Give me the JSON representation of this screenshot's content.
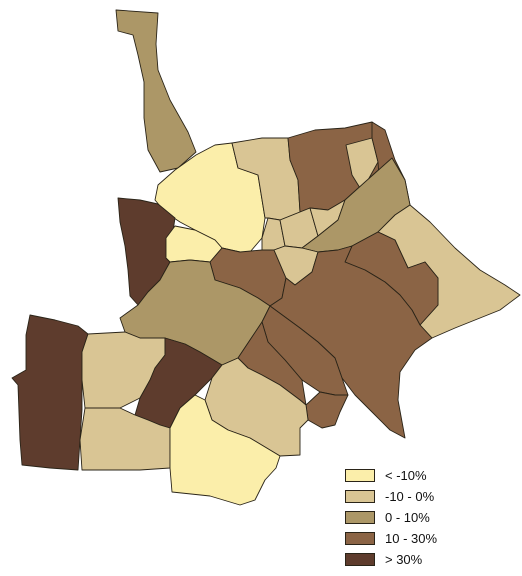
{
  "map": {
    "legend": [
      {
        "label": "< -10%",
        "color": "#fbeeaa"
      },
      {
        "label": "-10 - 0%",
        "color": "#d9c594"
      },
      {
        "label": "0 - 10%",
        "color": "#ac9767"
      },
      {
        "label": "10 - 30%",
        "color": "#8b6445"
      },
      {
        "label": "> 30%",
        "color": "#5e3c2d"
      }
    ],
    "districts": [
      {
        "id": "north-spur",
        "class": 2
      },
      {
        "id": "north-central",
        "class": 0
      },
      {
        "id": "north-east-upper",
        "class": 1
      },
      {
        "id": "north-east-mid",
        "class": 3
      },
      {
        "id": "north-east-small",
        "class": 1
      },
      {
        "id": "north-east-edge",
        "class": 3
      },
      {
        "id": "west-upper",
        "class": 4
      },
      {
        "id": "inner-small",
        "class": 0
      },
      {
        "id": "central-a",
        "class": 1
      },
      {
        "id": "central-b",
        "class": 1
      },
      {
        "id": "central-c",
        "class": 1
      },
      {
        "id": "east-mid",
        "class": 2
      },
      {
        "id": "east-lobe",
        "class": 1
      },
      {
        "id": "central-d",
        "class": 3
      },
      {
        "id": "central-e",
        "class": 1
      },
      {
        "id": "east-inner",
        "class": 3
      },
      {
        "id": "central-big",
        "class": 2
      },
      {
        "id": "south-center",
        "class": 3
      },
      {
        "id": "south-east",
        "class": 3
      },
      {
        "id": "south-east-tail",
        "class": 3
      },
      {
        "id": "south-mid-a",
        "class": 3
      },
      {
        "id": "south-mid-b",
        "class": 3
      },
      {
        "id": "west-strip",
        "class": 4
      },
      {
        "id": "west-mid-a",
        "class": 1
      },
      {
        "id": "west-mid-b",
        "class": 4
      },
      {
        "id": "south-west",
        "class": 1
      },
      {
        "id": "south-a",
        "class": 1
      },
      {
        "id": "south-b",
        "class": 0
      },
      {
        "id": "central-f",
        "class": 2
      }
    ]
  }
}
